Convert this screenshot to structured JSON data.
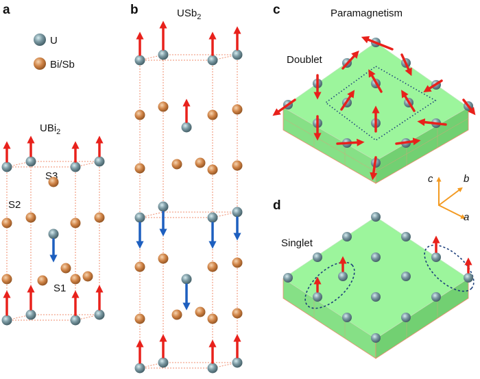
{
  "panels": {
    "a": {
      "letter": "a",
      "title": "UBi",
      "title_sub": "2",
      "sites": [
        "S1",
        "S2",
        "S3"
      ]
    },
    "b": {
      "letter": "b",
      "title": "USb",
      "title_sub": "2"
    },
    "c": {
      "letter": "c",
      "title": "Paramagnetism",
      "label": "Doublet"
    },
    "d": {
      "letter": "d",
      "label": "Singlet"
    }
  },
  "legend": [
    {
      "label": "U",
      "color": "#6f8f98"
    },
    {
      "label": "Bi/Sb",
      "color": "#c87a3e"
    }
  ],
  "axes": {
    "a": "a",
    "b": "b",
    "c": "c",
    "color": "#f39a21"
  },
  "colors": {
    "spin_up": "#e8211b",
    "spin_down": "#1d5fbf",
    "plane": "#9cf59c",
    "edge": "#ef8b6b",
    "dotted": "#1a3d7a"
  }
}
